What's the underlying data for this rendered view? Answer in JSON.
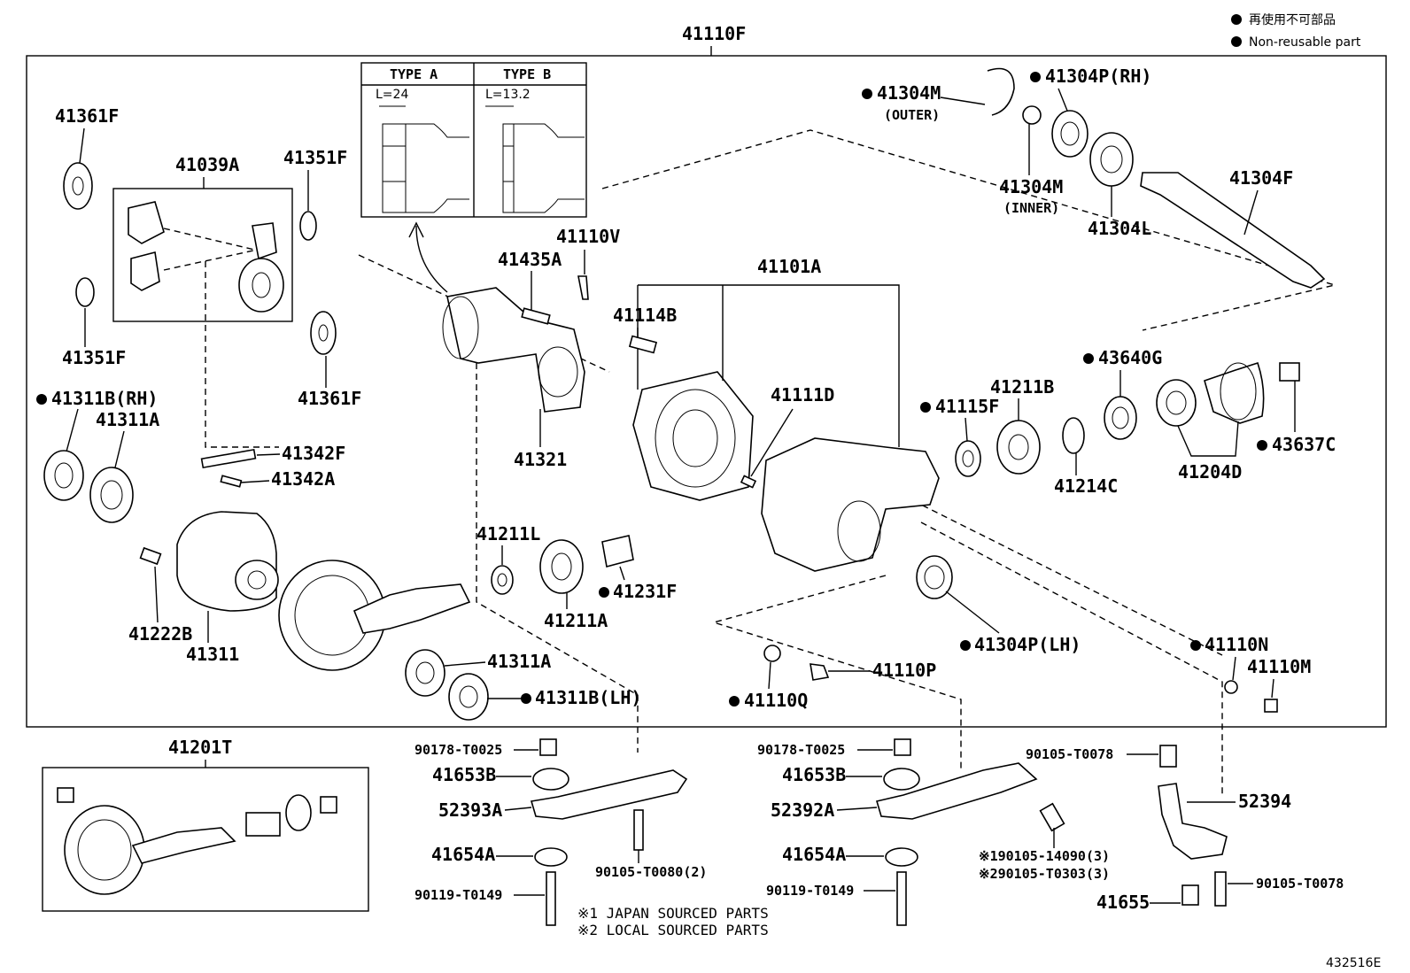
{
  "legend": {
    "jp": "再使用不可部品",
    "en": "Non-reusable part"
  },
  "doc_id": "432516E",
  "top_label": "41110F",
  "inset": {
    "type_a": "TYPE A",
    "type_b": "TYPE B",
    "l_a": "L=24",
    "l_b": "L=13.2"
  },
  "labels": {
    "p41361F_a": "41361F",
    "p41039A": "41039A",
    "p41351F_a": "41351F",
    "p41351F_b": "41351F",
    "p41361F_b": "41361F",
    "p41311B_RH": "41311B(RH)",
    "p41311A_a": "41311A",
    "p41342F": "41342F",
    "p41342A": "41342A",
    "p41222B": "41222B",
    "p41311": "41311",
    "p41311A_b": "41311A",
    "p41311B_LH": "41311B(LH)",
    "p41435A": "41435A",
    "p41110V": "41110V",
    "p41321": "41321",
    "p41101A": "41101A",
    "p41114B": "41114B",
    "p41111D": "41111D",
    "p41211L": "41211L",
    "p41211A": "41211A",
    "p41231F": "41231F",
    "p41304M_outer": "41304M",
    "outer": "(OUTER)",
    "p41304P_RH": "41304P(RH)",
    "p41304M_inner": "41304M",
    "inner": "(INNER)",
    "p41304L": "41304L",
    "p41304F": "41304F",
    "p41115F": "41115F",
    "p41211B": "41211B",
    "p43640G": "43640G",
    "p41214C": "41214C",
    "p41204D": "41204D",
    "p43637C": "43637C",
    "p41304P_LH": "41304P(LH)",
    "p41110N": "41110N",
    "p41110M": "41110M",
    "p41110P": "41110P",
    "p41110Q": "41110Q",
    "p41201T": "41201T",
    "s90178_a": "90178-T0025",
    "s41653B_a": "41653B",
    "s52393A": "52393A",
    "s41654A_a": "41654A",
    "s90119_a": "90119-T0149",
    "s90105_T0080": "90105-T0080(2)",
    "s90178_b": "90178-T0025",
    "s41653B_b": "41653B",
    "s52392A": "52392A",
    "s41654A_b": "41654A",
    "s90119_b": "90119-T0149",
    "s90105_T0078_a": "90105-T0078",
    "s52394": "52394",
    "s41655": "41655",
    "s90105_T0078_b": "90105-T0078",
    "s190105": "※190105-14090(3)",
    "s290105": "※290105-T0303(3)"
  },
  "notes": {
    "n1": "※1 JAPAN SOURCED PARTS",
    "n2": "※2 LOCAL SOURCED PARTS"
  }
}
